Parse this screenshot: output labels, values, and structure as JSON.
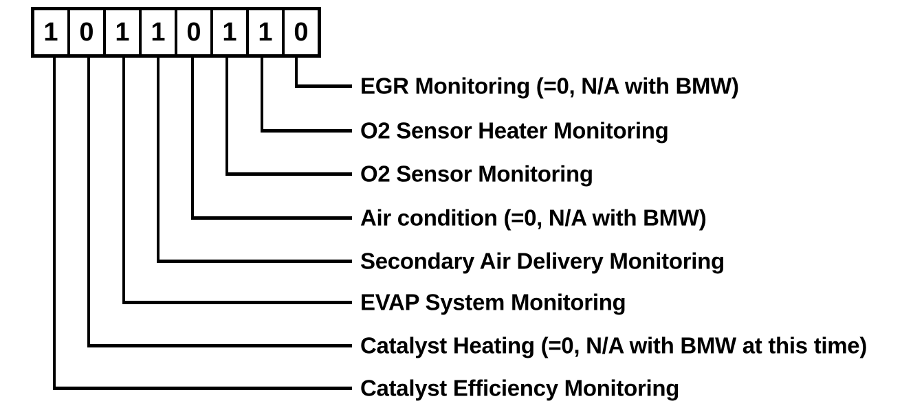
{
  "diagram": {
    "bit_string": "10110110",
    "bits": [
      {
        "value": "1",
        "label": "Catalyst Efficiency Monitoring"
      },
      {
        "value": "0",
        "label": "Catalyst Heating (=0, N/A with BMW at this time)"
      },
      {
        "value": "1",
        "label": "EVAP System Monitoring"
      },
      {
        "value": "1",
        "label": "Secondary Air Delivery Monitoring"
      },
      {
        "value": "0",
        "label": "Air condition (=0, N/A with BMW)"
      },
      {
        "value": "1",
        "label": "O2 Sensor Monitoring"
      },
      {
        "value": "1",
        "label": "O2 Sensor Heater Monitoring"
      },
      {
        "value": "0",
        "label": "EGR Monitoring (=0, N/A with BMW)"
      }
    ],
    "colors": {
      "ink": "#000000",
      "background": "#ffffff"
    }
  }
}
